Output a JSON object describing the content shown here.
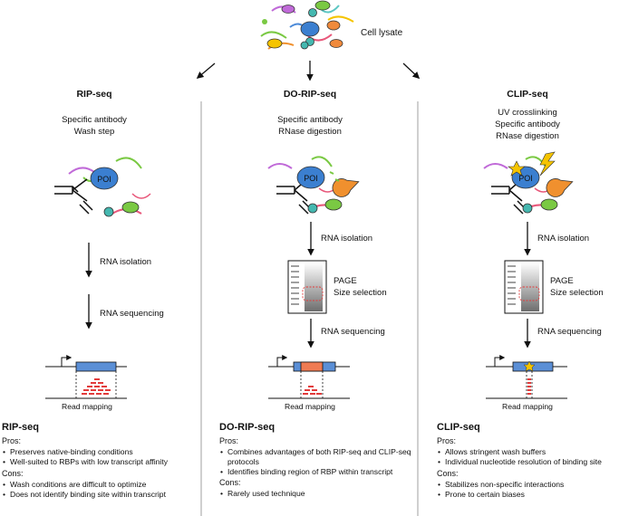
{
  "cell_lysate": "Cell lysate",
  "poi_label": "POI",
  "columns": [
    {
      "id": "rip",
      "title": "RIP-seq",
      "conditions": [
        "Specific antibody",
        "Wash step"
      ],
      "steps": [
        "RNA isolation",
        "RNA sequencing"
      ],
      "read_mapping": "Read mapping",
      "summary_title": "RIP-seq",
      "pros_label": "Pros:",
      "pros": [
        "Preserves native-binding conditions",
        "Well-suited to RBPs with low transcript affinity"
      ],
      "cons_label": "Cons:",
      "cons": [
        "Wash conditions are difficult to optimize",
        "Does not identify binding site within transcript"
      ]
    },
    {
      "id": "dorip",
      "title": "DO-RIP-seq",
      "conditions": [
        "Specific antibody",
        "RNase digestion"
      ],
      "steps": [
        "RNA isolation",
        "RNA sequencing"
      ],
      "page": [
        "PAGE",
        "Size selection"
      ],
      "read_mapping": "Read mapping",
      "summary_title": "DO-RIP-seq",
      "pros_label": "Pros:",
      "pros": [
        "Combines advantages of both RIP-seq and CLIP-seq protocols",
        "Identifies binding region of RBP within transcript"
      ],
      "cons_label": "Cons:",
      "cons": [
        "Rarely used technique"
      ]
    },
    {
      "id": "clip",
      "title": "CLIP-seq",
      "conditions": [
        "UV crosslinking",
        "Specific antibody",
        "RNase digestion"
      ],
      "steps": [
        "RNA isolation",
        "RNA sequencing"
      ],
      "page": [
        "PAGE",
        "Size selection"
      ],
      "read_mapping": "Read mapping",
      "summary_title": "CLIP-seq",
      "pros_label": "Pros:",
      "pros": [
        "Allows stringent wash buffers",
        "Individual nucleotide resolution of binding site"
      ],
      "cons_label": "Cons:",
      "cons": [
        "Stabilizes non-specific interactions",
        "Prone to certain biases"
      ]
    }
  ],
  "colors": {
    "poi": "#3b7fd0",
    "green_protein": "#7ac943",
    "orange_protein": "#f08a3c",
    "teal_protein": "#45b8b0",
    "rnase": "#f0902e",
    "bolt": "#f5c400",
    "transcript": "#5b8fd6",
    "region": "#ef7b53",
    "reads": "#e23b3b",
    "divider": "#888888"
  }
}
